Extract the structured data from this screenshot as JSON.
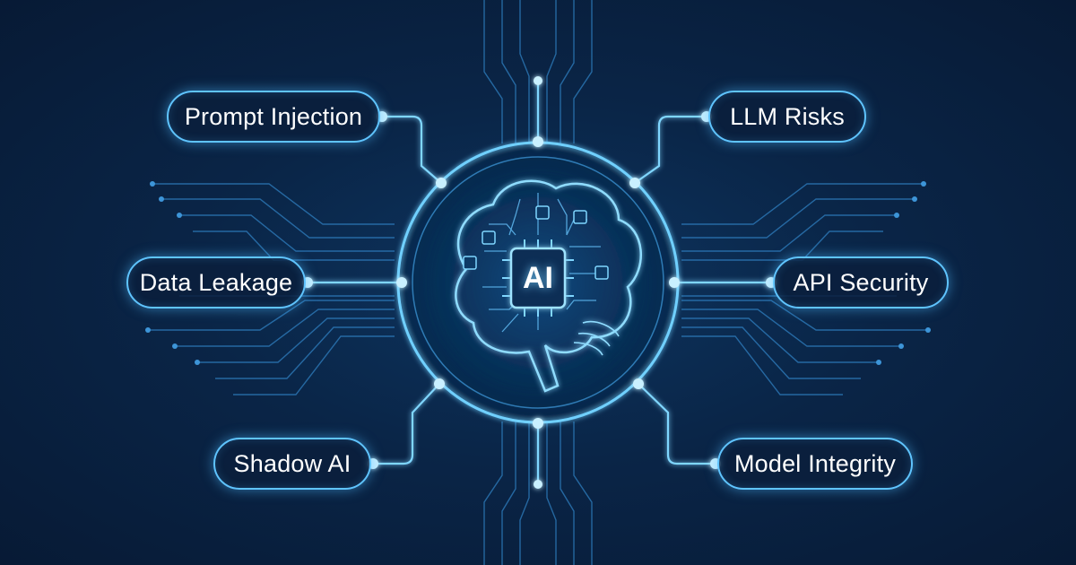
{
  "center": {
    "label": "AI"
  },
  "nodes": [
    {
      "id": "prompt",
      "label": "Prompt Injection"
    },
    {
      "id": "data",
      "label": "Data Leakage"
    },
    {
      "id": "shadow",
      "label": "Shadow AI"
    },
    {
      "id": "llm",
      "label": "LLM Risks"
    },
    {
      "id": "api",
      "label": "API Security"
    },
    {
      "id": "model",
      "label": "Model Integrity"
    }
  ],
  "colors": {
    "background": "#0a2547",
    "accent": "#5fc4ff",
    "glow": "#8fdcff",
    "trace": "#2f7fc0",
    "text": "#ffffff"
  },
  "icons": [
    "brain-icon",
    "ai-chip-icon",
    "circuit-trace-icon"
  ]
}
